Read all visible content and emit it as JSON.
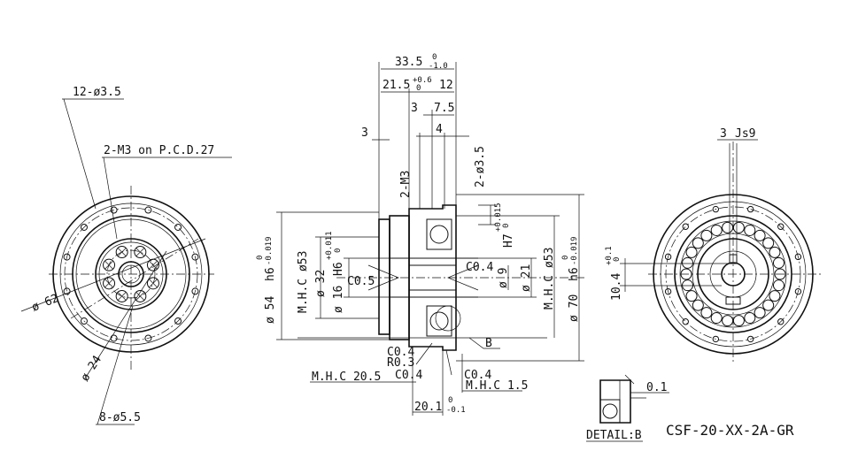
{
  "title_block": {
    "model": "CSF-20-XX-2A-GR",
    "detail_label": "DETAIL:B"
  },
  "left_view": {
    "holes_outer": "12-ø3.5",
    "tapped": "2-M3 on P.C.D.27",
    "dia_62": "ø 62",
    "dia_24": "ø 24",
    "holes_inner": "8-ø5.5"
  },
  "section_view": {
    "overall_length": "33.5",
    "overall_tol_upper": "0",
    "overall_tol_lower": "-1.0",
    "len_21_5": "21.5",
    "len_21_5_tol_upper": "+0.6",
    "len_21_5_tol_lower": "0",
    "len_12": "12",
    "len_3_top": "3",
    "len_7_5": "7.5",
    "len_3_left": "3",
    "len_4": "4",
    "tapped_2m3": "2-M3",
    "holes_2_3_5": "2-ø3.5",
    "dia_54": "ø 54",
    "dia_54_fit": "h6",
    "dia_54_tol_upper": "0",
    "dia_54_tol_lower": "-0.019",
    "mhc_53_left": "M.H.C  ø53",
    "dia_32": "ø 32",
    "dia_16": "ø 16",
    "dia_16_fit": "H6",
    "dia_16_tol_upper": "+0.011",
    "dia_16_tol_lower": "0",
    "c0_5": "C0.5",
    "h7_label": "H7",
    "h7_tol_upper": "+0.015",
    "h7_tol_lower": "0",
    "c0_4_right": "C0.4",
    "dia_9": "ø 9",
    "dia_21": "ø 21",
    "mhc_53_right": "M.H.C  ø53",
    "dia_70": "ø 70",
    "dia_70_fit": "h6",
    "dia_70_tol_upper": "0",
    "dia_70_tol_lower": "-0.019",
    "detail_b_ref": "B",
    "c0_4_a": "C0.4",
    "r0_3": "R0.3",
    "c0_4_b": "C0.4",
    "c0_4_c": "C0.4",
    "mhc_20_5": "M.H.C  20.5",
    "mhc_1_5": "M.H.C  1.5",
    "len_20_1": "20.1",
    "len_20_1_tol_upper": "0",
    "len_20_1_tol_lower": "-0.1"
  },
  "right_view": {
    "keyway_width": "3",
    "keyway_fit": "Js9",
    "keyway_depth": "10.4",
    "keyway_tol_upper": "+0.1",
    "keyway_tol_lower": "0"
  },
  "detail_view": {
    "gap": "0.1"
  }
}
